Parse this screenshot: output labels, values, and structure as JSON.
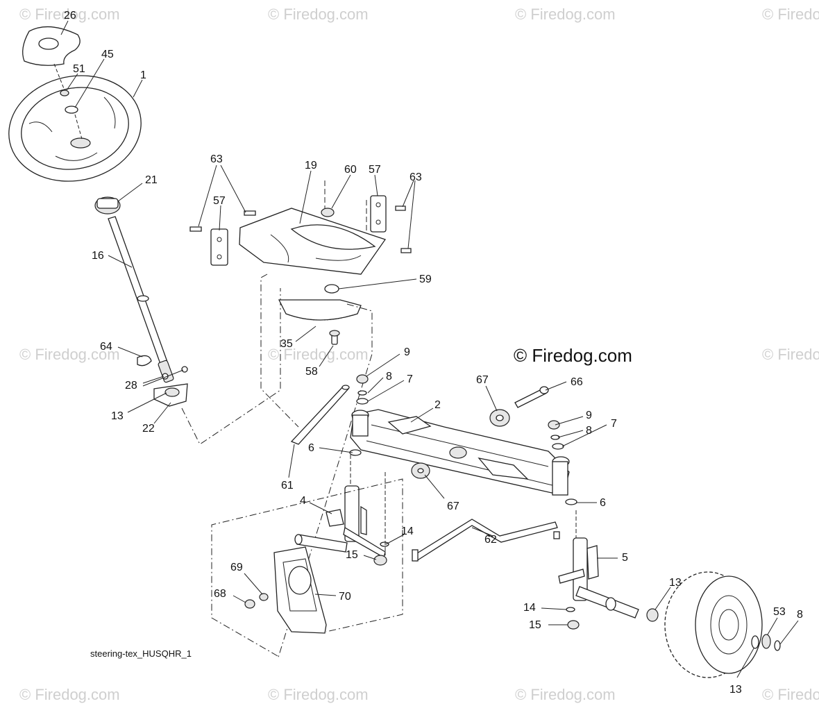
{
  "watermark": "© Firedog.com",
  "brand": "© Firedog.com",
  "caption": "steering-tex_HUSQHR_1",
  "callouts": {
    "p26": "26",
    "p51": "51",
    "p45": "45",
    "p1": "1",
    "p21": "21",
    "p16": "16",
    "p64": "64",
    "p28": "28",
    "p13a": "13",
    "p22": "22",
    "p63a": "63",
    "p19": "19",
    "p60": "60",
    "p57a": "57",
    "p63b": "63",
    "p57b": "57",
    "p59": "59",
    "p35": "35",
    "p58": "58",
    "p9a": "9",
    "p8a": "8",
    "p7a": "7",
    "p67a": "67",
    "p66": "66",
    "p2": "2",
    "p9b": "9",
    "p8b": "8",
    "p7b": "7",
    "p6a": "6",
    "p61": "61",
    "p67b": "67",
    "p6b": "6",
    "p4": "4",
    "p14a": "14",
    "p15a": "15",
    "p62": "62",
    "p5": "5",
    "p69": "69",
    "p68": "68",
    "p70": "70",
    "p14b": "14",
    "p15b": "15",
    "p13b": "13",
    "p53": "53",
    "p8c": "8",
    "p13c": "13"
  }
}
